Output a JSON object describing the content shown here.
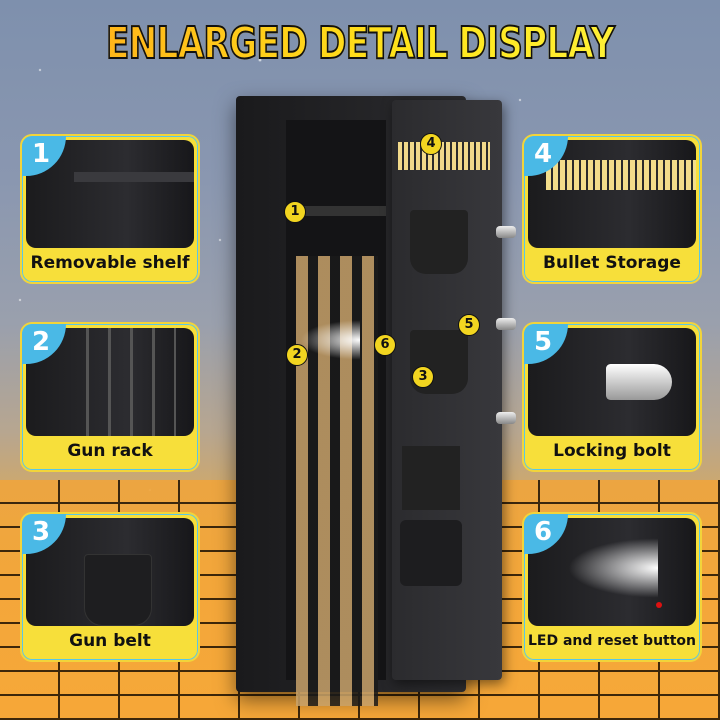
{
  "title": "ENLARGED DETAIL DISPLAY",
  "features": [
    {
      "number": "1",
      "label": "Removable shelf"
    },
    {
      "number": "2",
      "label": "Gun rack"
    },
    {
      "number": "3",
      "label": "Gun belt"
    },
    {
      "number": "4",
      "label": "Bullet Storage"
    },
    {
      "number": "5",
      "label": "Locking bolt"
    },
    {
      "number": "6",
      "label": "LED and reset button"
    }
  ],
  "markers": [
    "1",
    "2",
    "3",
    "4",
    "5",
    "6"
  ],
  "colors": {
    "accent_yellow": "#f7df3a",
    "badge_blue": "#4ab9e6",
    "floor_orange": "#f6a73a"
  }
}
